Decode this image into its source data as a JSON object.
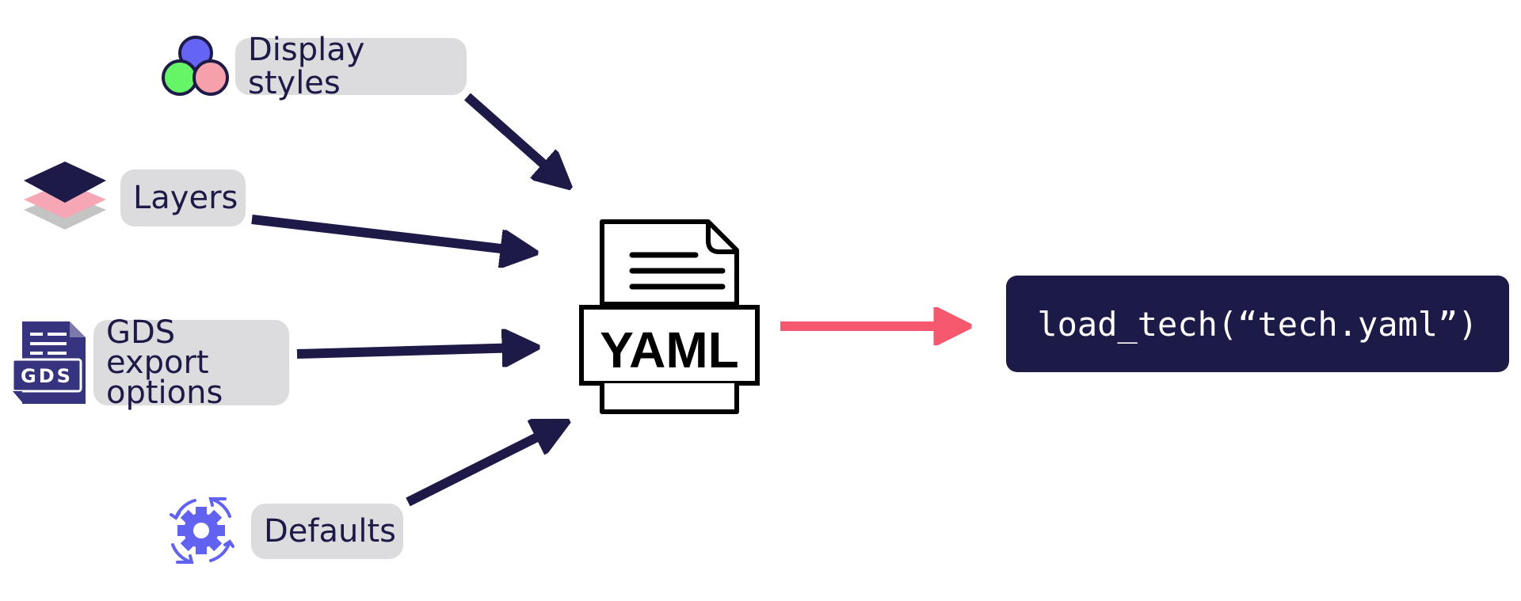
{
  "diagram": {
    "inputs": [
      {
        "label": "Display styles",
        "icon": "venn-circles-icon"
      },
      {
        "label": "Layers",
        "icon": "stacked-layers-icon"
      },
      {
        "label_line1": "GDS export",
        "label_line2": "options",
        "icon": "gds-file-icon",
        "icon_text": "GDS"
      },
      {
        "label": "Defaults",
        "icon": "gear-cycle-icon"
      }
    ],
    "center": {
      "icon": "yaml-file-icon",
      "label": "YAML"
    },
    "output": {
      "code": "load_tech(“tech.yaml”)"
    },
    "colors": {
      "navy": "#1e1a48",
      "pill_bg": "#dcdcde",
      "pink_arrow": "#f5596f",
      "violet": "#6262f0",
      "circle_blue": "#6464f5",
      "circle_green": "#66f566",
      "circle_pink": "#f5a0aa",
      "layer_pink": "#f6a6b4",
      "layer_gray": "#c4c4c4"
    }
  }
}
